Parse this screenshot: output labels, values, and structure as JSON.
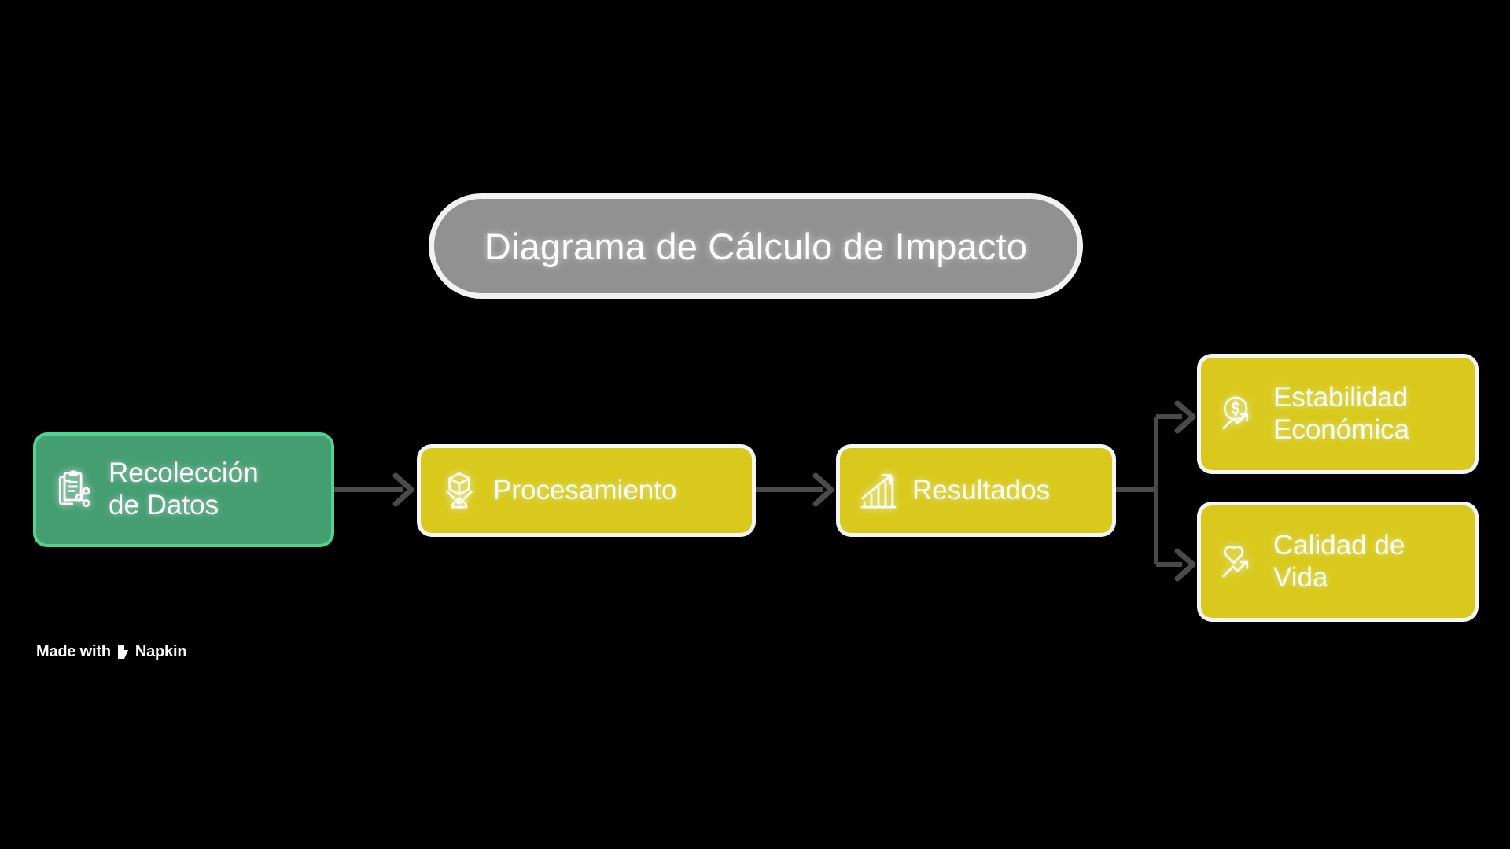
{
  "diagram": {
    "title": "Diagrama de Cálculo de Impacto",
    "background_color": "#000000",
    "title_pill_color": "#919191",
    "accent_green": "#459d72",
    "accent_yellow": "#d8c91c",
    "connector_color": "#4a4a4a",
    "nodes": [
      {
        "id": "recoleccion",
        "label": "Recolección\nde Datos",
        "icon": "clipboard-share-icon",
        "color": "#459d72",
        "stage": 1
      },
      {
        "id": "procesamiento",
        "label": "Procesamiento",
        "icon": "cube-scanner-icon",
        "color": "#d8c91c",
        "stage": 2
      },
      {
        "id": "resultados",
        "label": "Resultados",
        "icon": "bar-chart-trend-icon",
        "color": "#d8c91c",
        "stage": 3
      },
      {
        "id": "estabilidad",
        "label": "Estabilidad\nEconómica",
        "icon": "dollar-trend-icon",
        "color": "#d8c91c",
        "stage": 4
      },
      {
        "id": "calidad",
        "label": "Calidad de\nVida",
        "icon": "heart-trend-icon",
        "color": "#d8c91c",
        "stage": 4
      }
    ],
    "edges": [
      {
        "from": "recoleccion",
        "to": "procesamiento",
        "style": "straight-arrow"
      },
      {
        "from": "procesamiento",
        "to": "resultados",
        "style": "straight-arrow"
      },
      {
        "from": "resultados",
        "to": "estabilidad",
        "style": "orthogonal-branch-arrow"
      },
      {
        "from": "resultados",
        "to": "calidad",
        "style": "orthogonal-branch-arrow"
      }
    ]
  },
  "watermark": {
    "text_before": "Made with",
    "brand": "Napkin",
    "logo": "napkin-logo-icon"
  }
}
